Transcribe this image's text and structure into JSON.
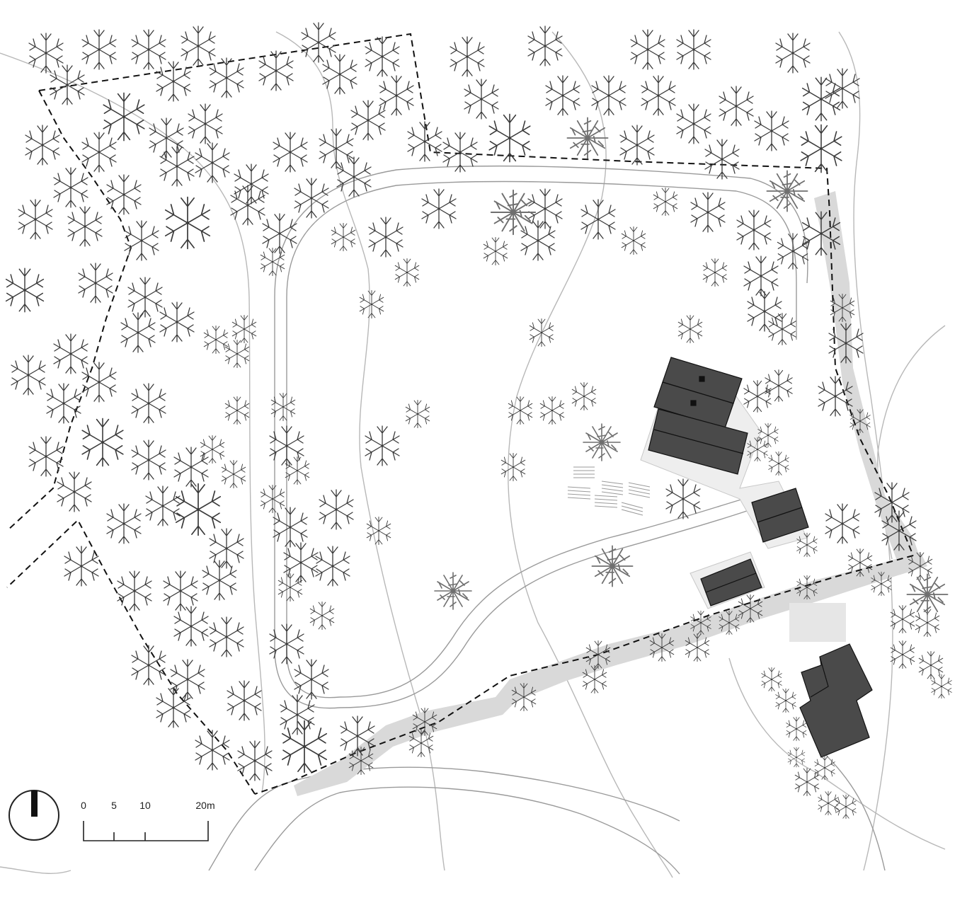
{
  "map": {
    "colors": {
      "background": "#ffffff",
      "tree_stroke": "#3a3a3a",
      "dense_tree_stroke": "#6f6f6f",
      "building_fill": "#4a4a4a",
      "building_line": "#111111",
      "path_fill": "#d9d9d9",
      "contour": "#b8b8b8",
      "boundary": "#111111",
      "road": "#9a9a9a"
    },
    "legend": {
      "north_arrow_icon": "north-arrow-icon",
      "scale": {
        "ticks": [
          "0",
          "5",
          "10",
          "20m"
        ]
      }
    }
  }
}
